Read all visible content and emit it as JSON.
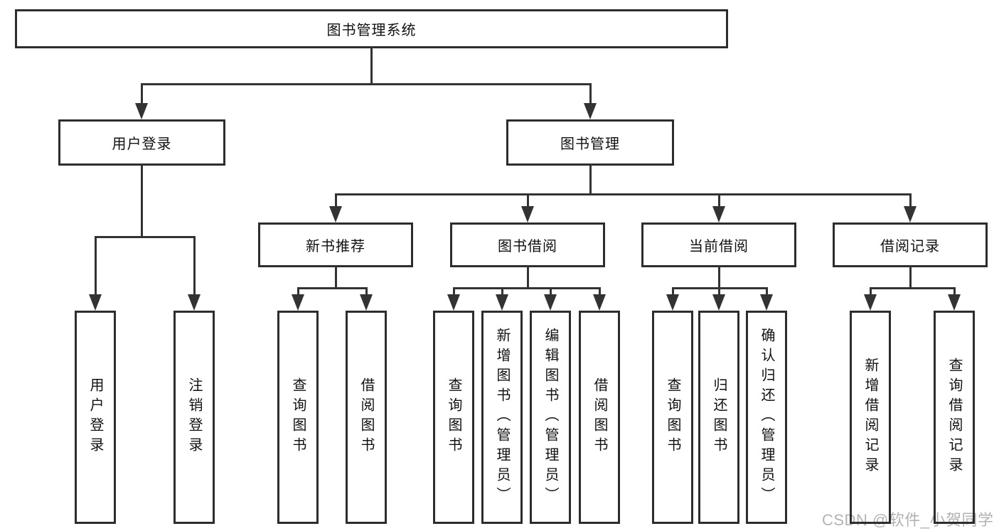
{
  "type": "hierarchy-diagram",
  "tree": {
    "label": "图书管理系统",
    "children": [
      {
        "label": "用户登录",
        "children": [
          {
            "label": "用户登录"
          },
          {
            "label": "注销登录"
          }
        ]
      },
      {
        "label": "图书管理",
        "children": [
          {
            "label": "新书推荐",
            "children": [
              {
                "label": "查询图书"
              },
              {
                "label": "借阅图书"
              }
            ]
          },
          {
            "label": "图书借阅",
            "children": [
              {
                "label": "查询图书"
              },
              {
                "label": "新增图书（管理员）"
              },
              {
                "label": "编辑图书（管理员）"
              },
              {
                "label": "借阅图书"
              }
            ]
          },
          {
            "label": "当前借阅",
            "children": [
              {
                "label": "查询图书"
              },
              {
                "label": "归还图书"
              },
              {
                "label": "确认归还（管理员）"
              }
            ]
          },
          {
            "label": "借阅记录",
            "children": [
              {
                "label": "新增借阅记录"
              },
              {
                "label": "查询借阅记录"
              }
            ]
          }
        ]
      }
    ]
  },
  "watermark": "CSDN @软件_小贺同学",
  "colors": {
    "line": "#333333",
    "box_border": "#2d2d2d",
    "text": "#111111",
    "watermark": "#b3b3b3",
    "background": "#ffffff"
  }
}
